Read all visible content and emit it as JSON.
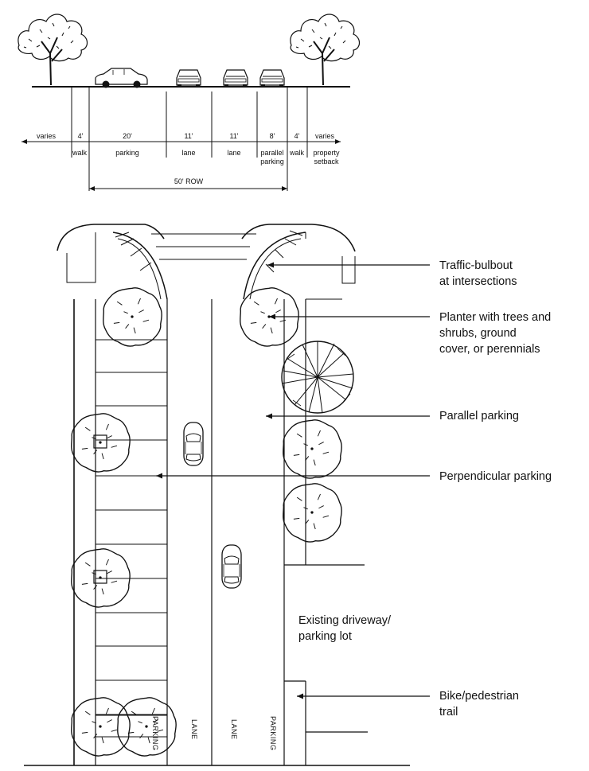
{
  "section": {
    "dimensions": [
      "varies",
      "4'",
      "20'",
      "11'",
      "11'",
      "8'",
      "4'",
      "varies"
    ],
    "labels": [
      "walk",
      "parking",
      "lane",
      "lane",
      "walk"
    ],
    "parallel_parking_label": [
      "parallel",
      "parking"
    ],
    "property_setback_label": [
      "property",
      "setback"
    ],
    "row_label": "50' ROW"
  },
  "callouts": {
    "bulbout": [
      "Traffic-bulbout",
      "at intersections"
    ],
    "planter": [
      "Planter with trees and",
      "shrubs, ground",
      "cover, or perennials"
    ],
    "parallel_parking": "Parallel parking",
    "perpendicular_parking": "Perpendicular parking",
    "driveway": [
      "Existing driveway/",
      "parking lot"
    ],
    "trail": [
      "Bike/pedestrian",
      "trail"
    ]
  },
  "street_labels": [
    "PARKING",
    "LANE",
    "LANE",
    "PARKING"
  ]
}
